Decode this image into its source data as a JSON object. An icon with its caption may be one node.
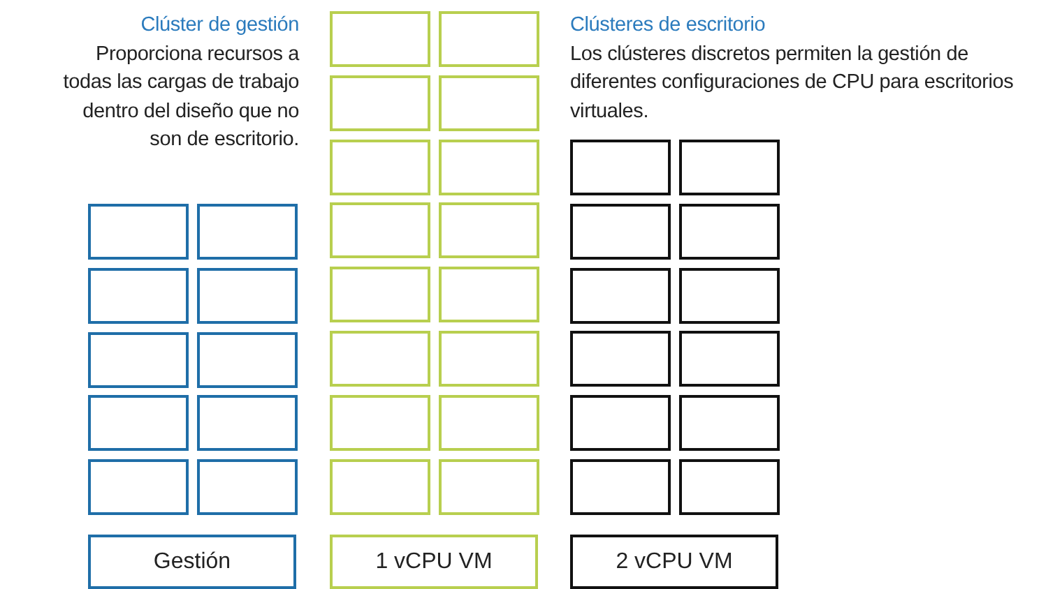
{
  "diagram": {
    "nodes": [
      {
        "text": [],
        "shape": "box"
      },
      {
        "text": [],
        "shape": "box"
      },
      {
        "text": [],
        "shape": "box"
      },
      {
        "text": [],
        "shape": "box"
      },
      {
        "text": [],
        "shape": "box"
      },
      {
        "text": [],
        "shape": "box"
      },
      {
        "text": [],
        "shape": "box"
      },
      {
        "text": [],
        "shape": "box"
      },
      {
        "text": [],
        "shape": "box"
      },
      {
        "text": [],
        "shape": "box"
      },
      {
        "text": [
          "Gestión"
        ]
      },
      {
        "text": [],
        "shape": "box"
      },
      {
        "text": [],
        "shape": "box"
      },
      {
        "text": [],
        "shape": "box"
      },
      {
        "text": [],
        "shape": "box"
      },
      {
        "text": [],
        "shape": "box"
      },
      {
        "text": [],
        "shape": "box"
      },
      {
        "text": [],
        "shape": "box"
      },
      {
        "text": [],
        "shape": "box"
      },
      {
        "text": [],
        "shape": "box"
      },
      {
        "text": [],
        "shape": "box"
      },
      {
        "text": [],
        "shape": "box"
      },
      {
        "text": [],
        "shape": "box"
      },
      {
        "text": [],
        "shape": "box"
      },
      {
        "text": [],
        "shape": "box"
      },
      {
        "text": [],
        "shape": "box"
      },
      {
        "text": [],
        "shape": "box"
      },
      {
        "text": [
          "1 vCPU VM"
        ]
      },
      {
        "text": [],
        "shape": "box"
      },
      {
        "text": [],
        "shape": "box"
      },
      {
        "text": [],
        "shape": "box"
      },
      {
        "text": [],
        "shape": "box"
      },
      {
        "text": [],
        "shape": "box"
      },
      {
        "text": [],
        "shape": "box"
      },
      {
        "text": [],
        "shape": "box"
      },
      {
        "text": [],
        "shape": "box"
      },
      {
        "text": [],
        "shape": "box"
      },
      {
        "text": [],
        "shape": "box"
      },
      {
        "text": [],
        "shape": "box"
      },
      {
        "text": [],
        "shape": "box"
      },
      {
        "text": [
          "2 vCPU VM"
        ]
      }
    ],
    "labels": [
      "Clúster de gestión",
      "Proporciona recursos a todas las cargas de trabajo dentro del diseño que no son de escritorio.",
      "Clústeres de escritorio",
      "Los clústeres discretos permiten la gestión de diferentes configuraciones de CPU para escritorios virtuales."
    ]
  }
}
